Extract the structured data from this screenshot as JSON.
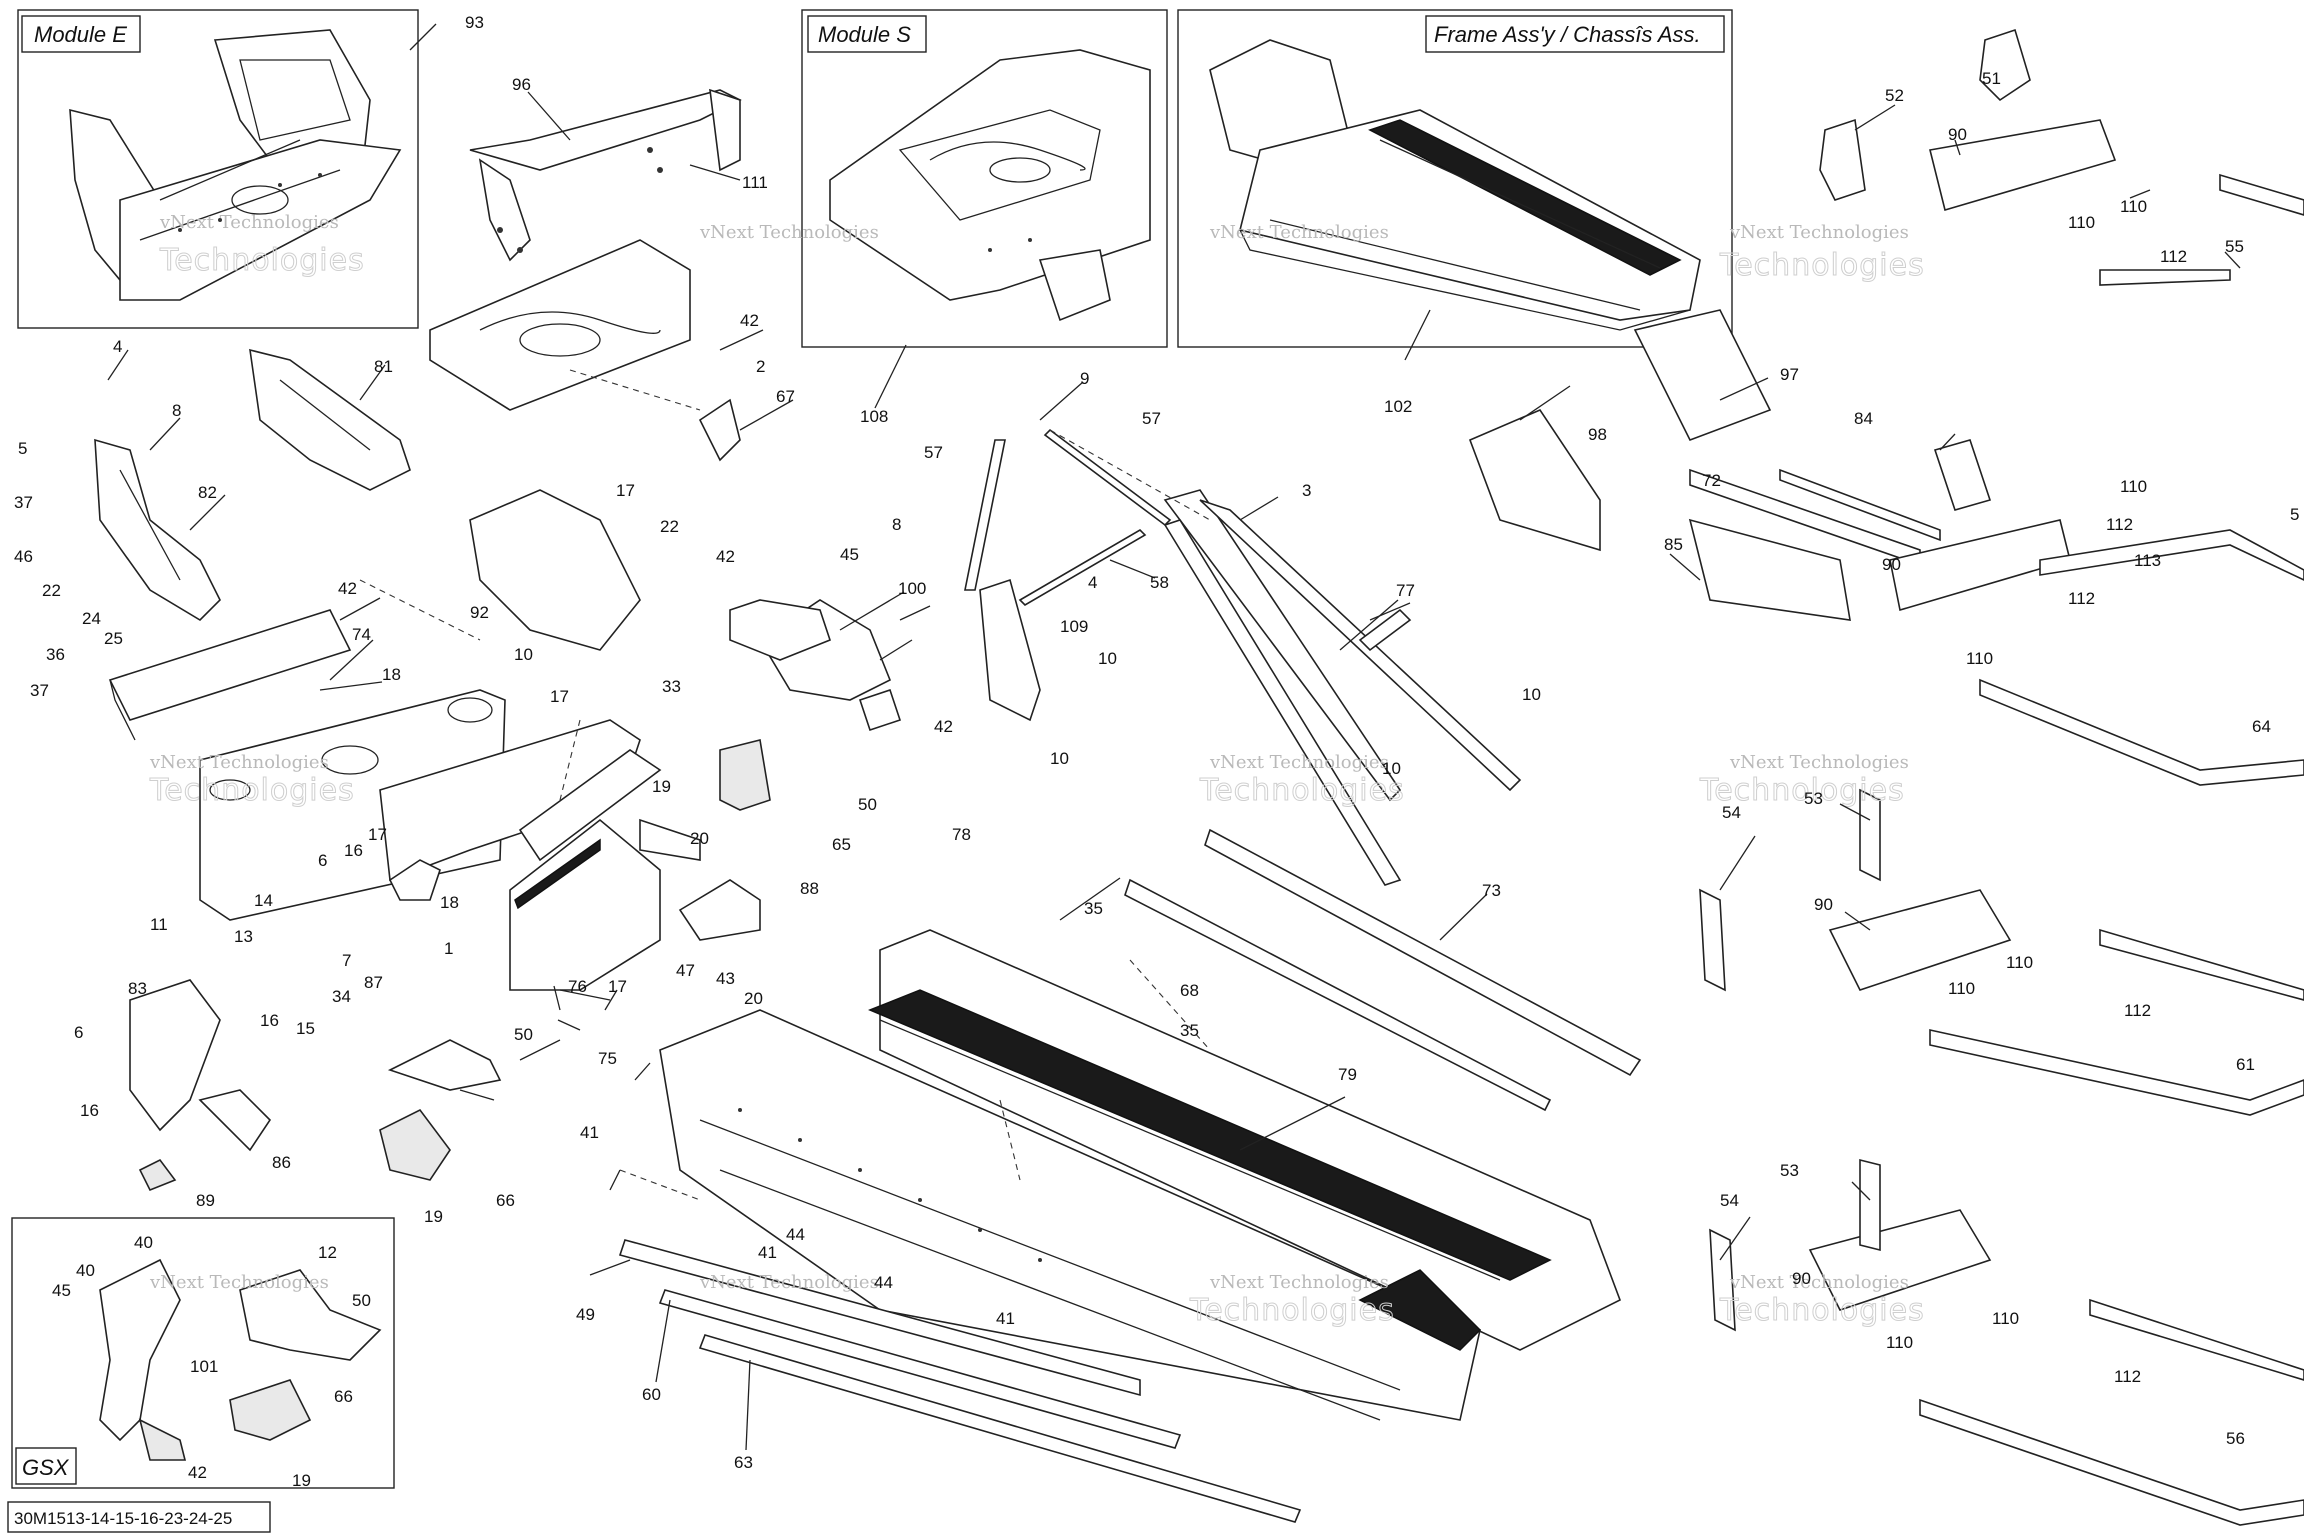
{
  "insets": {
    "module_e": "Module E",
    "module_s": "Module S",
    "frame": "Frame Ass'y / Chassîs Ass.",
    "gsx": "GSX"
  },
  "footer": {
    "code": "30M1513-14-15-16-23-24-25"
  },
  "watermark": {
    "line1": "vNext Technologies",
    "line2": "Technologies"
  },
  "callouts": {
    "c93": "93",
    "c96": "96",
    "c111": "111",
    "c108": "108",
    "c102": "102",
    "c51": "51",
    "c52": "52",
    "c90a": "90",
    "c110a": "110",
    "c110b": "110",
    "c112a": "112",
    "c55": "55",
    "c4a": "4",
    "c8a": "8",
    "c81": "81",
    "c5": "5",
    "c37a": "37",
    "c82": "82",
    "c46": "46",
    "c22a": "22",
    "c24": "24",
    "c25": "25",
    "c42a": "42",
    "c36": "36",
    "c74": "74",
    "c37b": "37",
    "c18a": "18",
    "c42b": "42",
    "c2": "2",
    "c67": "67",
    "c17a": "17",
    "c22b": "22",
    "c92": "92",
    "c10a": "10",
    "c9": "9",
    "c57a": "57",
    "c57b": "57",
    "c3": "3",
    "c8b": "8",
    "c58": "58",
    "c4b": "4",
    "c42c": "42",
    "c45a": "45",
    "c100": "100",
    "c109": "109",
    "c10b": "10",
    "c10c": "10",
    "c77": "77",
    "c10d": "10",
    "c10e": "10",
    "c42d": "42",
    "c50a": "50",
    "c65": "65",
    "c19a": "19",
    "c33": "33",
    "c17b": "17",
    "c17c": "17",
    "c18b": "18",
    "c6a": "6",
    "c16a": "16",
    "c14": "14",
    "c13": "13",
    "c7": "7",
    "c87": "87",
    "c34": "34",
    "c20a": "20",
    "c88": "88",
    "c47": "47",
    "c43": "43",
    "c20b": "20",
    "c76": "76",
    "c17d": "17",
    "c75": "75",
    "c78": "78",
    "c35a": "35",
    "c68": "68",
    "c35b": "35",
    "c73": "73",
    "c11": "11",
    "c83": "83",
    "c6b": "6",
    "c16b": "16",
    "c15": "15",
    "c16c": "16",
    "c86": "86",
    "c89": "89",
    "c1": "1",
    "c50b": "50",
    "c66a": "66",
    "c19b": "19",
    "c41a": "41",
    "c79": "79",
    "c44a": "44",
    "c41b": "41",
    "c44b": "44",
    "c41c": "41",
    "c49": "49",
    "c60": "60",
    "c63": "63",
    "c97": "97",
    "c98": "98",
    "c84": "84",
    "c72": "72",
    "c85": "85",
    "c90b": "90",
    "c110c": "110",
    "c112b": "112",
    "c113": "113",
    "c112c": "112",
    "c110d": "110",
    "c5b": "5",
    "c64": "64",
    "c54a": "54",
    "c53a": "53",
    "c90c": "90",
    "c110e": "110",
    "c112d": "112",
    "c110f": "110",
    "c61": "61",
    "c54b": "54",
    "c53b": "53",
    "c90d": "90",
    "c110g": "110",
    "c112e": "112",
    "c110h": "110",
    "c56": "56",
    "c12": "12",
    "c40a": "40",
    "c40b": "40",
    "c45b": "45",
    "c50c": "50",
    "c101": "101",
    "c66b": "66",
    "c42e": "42",
    "c19c": "19"
  }
}
